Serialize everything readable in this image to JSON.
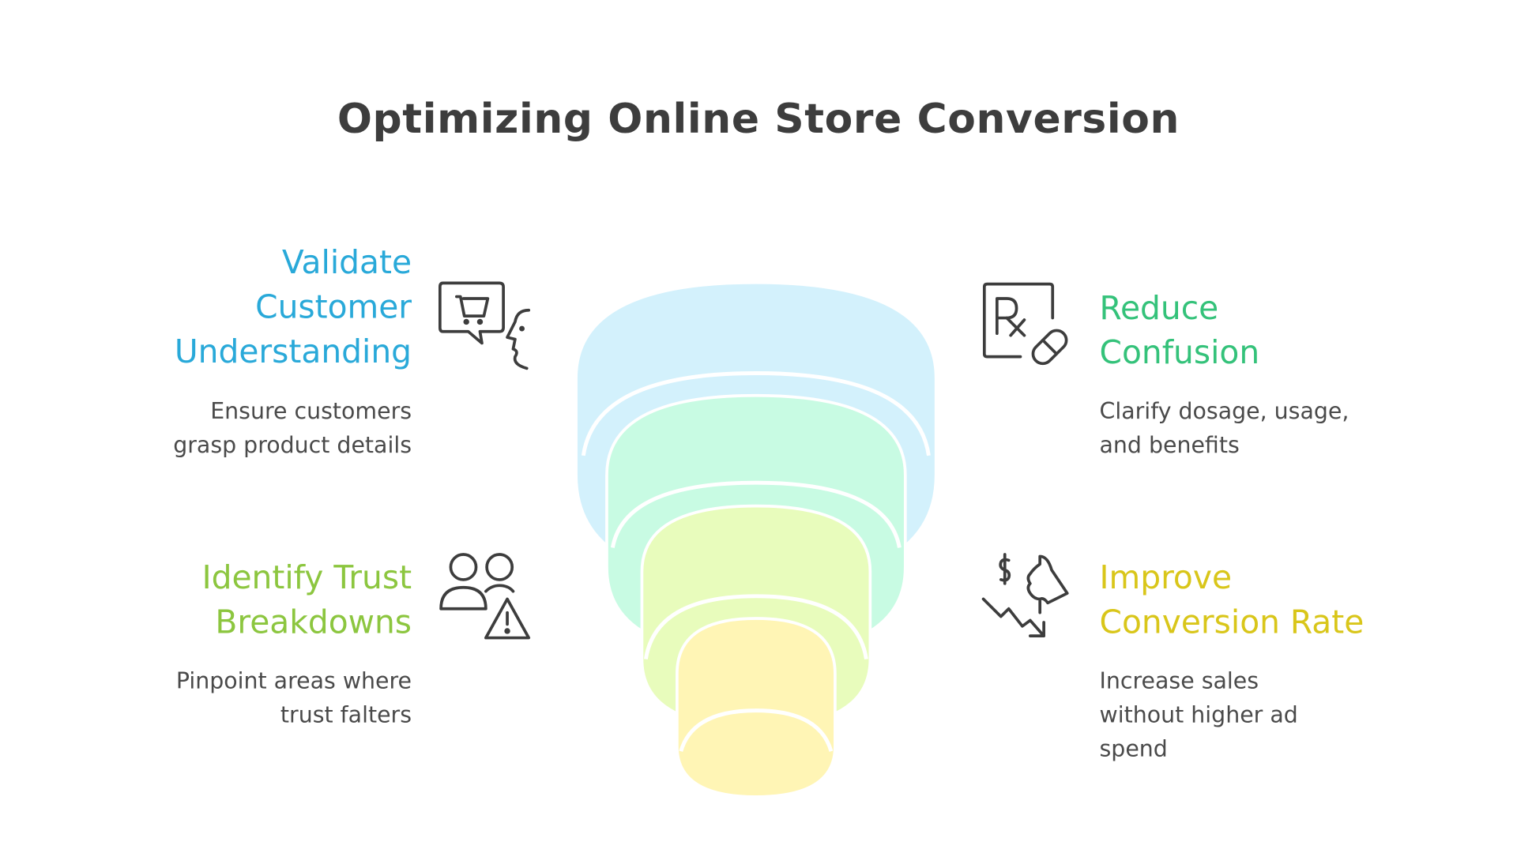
{
  "title": "Optimizing Online Store Conversion",
  "items": [
    {
      "heading_lines": [
        "Validate",
        "Customer",
        "Understanding"
      ],
      "description_lines": [
        "Ensure customers",
        "grasp product details"
      ],
      "icon": "shopping-cart-speech-icon",
      "color": "#29a9d9",
      "side": "left"
    },
    {
      "heading_lines": [
        "Reduce",
        "Confusion"
      ],
      "description_lines": [
        "Clarify dosage, usage,",
        "and benefits"
      ],
      "icon": "prescription-pill-icon",
      "color": "#34c27a",
      "side": "right"
    },
    {
      "heading_lines": [
        "Identify Trust",
        "Breakdowns"
      ],
      "description_lines": [
        "Pinpoint areas where",
        "trust falters"
      ],
      "icon": "users-warning-icon",
      "color": "#8cc63f",
      "side": "left"
    },
    {
      "heading_lines": [
        "Improve",
        "Conversion Rate"
      ],
      "description_lines": [
        "Increase sales",
        "without higher ad",
        "spend"
      ],
      "icon": "dollar-decline-megaphone-icon",
      "color": "#d9c61a",
      "side": "right"
    }
  ],
  "funnel": {
    "layers": [
      {
        "color": "#d3f1fc"
      },
      {
        "color": "#c8fbe3"
      },
      {
        "color": "#e8fcbc"
      },
      {
        "color": "#fff5b5"
      }
    ]
  }
}
